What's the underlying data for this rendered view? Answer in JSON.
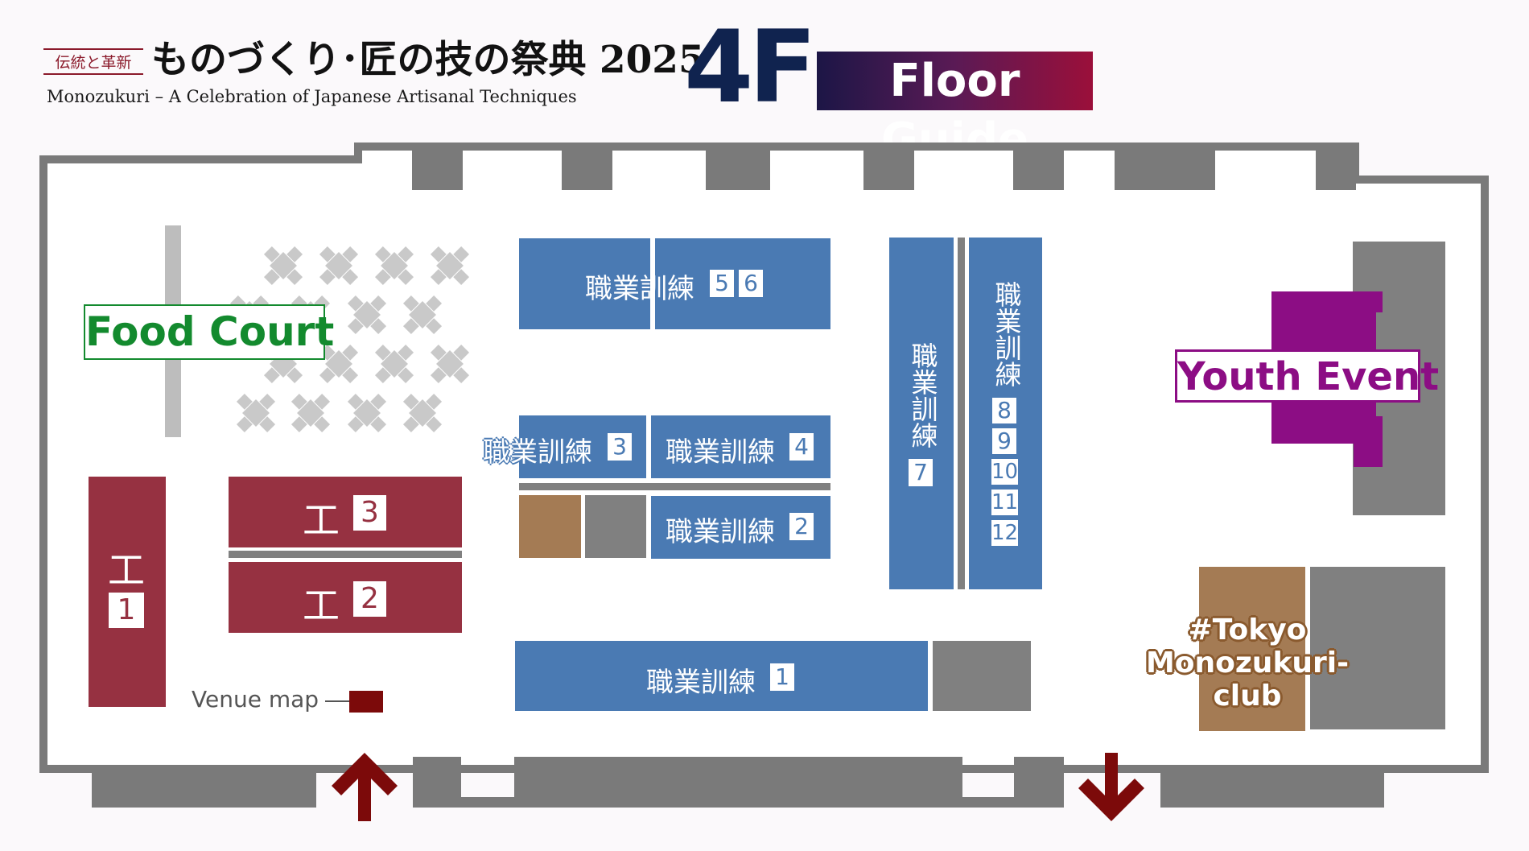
{
  "header": {
    "badge": "伝統と革新",
    "title_ja": "ものづくり･匠の技の祭典 2025",
    "subtitle_en": "Monozukuri – A Celebration of Japanese Artisanal Techniques",
    "floor": "4F",
    "floor_guide": "Floor Guide"
  },
  "areas": {
    "food_court": "Food Court",
    "youth_event": "Youth Event",
    "tokyo_club_line1": "#Tokyo",
    "tokyo_club_line2": "Monozukuri-club",
    "venue_map": "Venue map"
  },
  "booths": {
    "training_label": "職業訓練",
    "training_vertical": "職業訓練",
    "kou_label": "工",
    "training_56": [
      "5",
      "6"
    ],
    "training_3": "3",
    "training_4": "4",
    "training_2": "2",
    "training_1": "1",
    "training_7": "7",
    "training_8_12": [
      "8",
      "9",
      "10",
      "11",
      "12"
    ],
    "kou_1": "1",
    "kou_2": "2",
    "kou_3": "3"
  },
  "colors": {
    "training_blue": "#4a7ab3",
    "kou_red": "#963141",
    "youth_purple": "#8c0d84",
    "club_brown": "#a47b54",
    "grey": "#808080",
    "wall": "#7a7a7a",
    "arrow_red": "#7c0a0a",
    "food_green": "#138a2e"
  },
  "icons": [
    "entrance-arrow-up-icon",
    "exit-arrow-down-icon",
    "table-set-icon"
  ]
}
